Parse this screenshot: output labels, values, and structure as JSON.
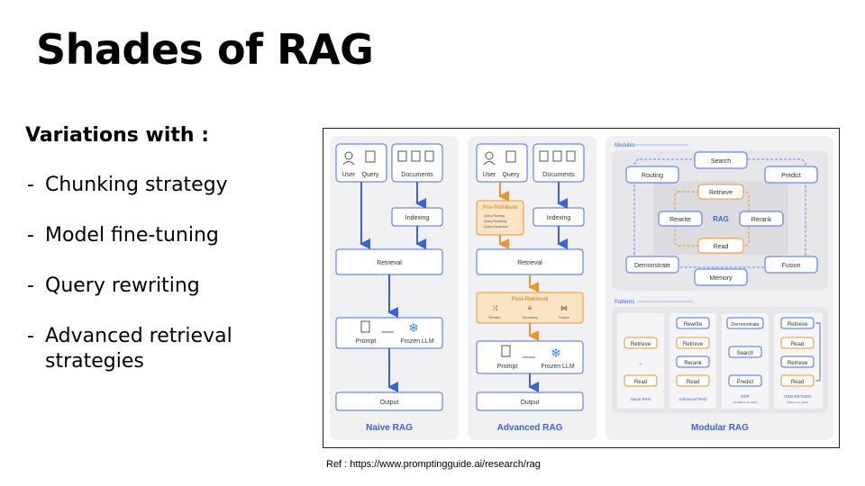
{
  "slide": {
    "title": "Shades of RAG",
    "subtitle": "Variations with :",
    "bullets": [
      "Chunking strategy",
      "Model fine-tuning",
      "Query rewriting",
      "Advanced retrieval strategies"
    ],
    "reference": "Ref : https://www.promptingguide.ai/research/rag"
  },
  "figure": {
    "naive": {
      "title": "Naive RAG",
      "user": "User",
      "query": "Query",
      "documents": "Documents",
      "indexing": "Indexing",
      "retrieval": "Retrieval",
      "prompt": "Prompt",
      "frozen_llm": "Frozen LLM",
      "output": "Output"
    },
    "advanced": {
      "title": "Advanced RAG",
      "user": "User",
      "query": "Query",
      "documents": "Documents",
      "pre_retrieval": "Pre-Retrieval",
      "pre_items": [
        "Query Routing",
        "Query Rewriting",
        "Query Expansion"
      ],
      "indexing": "Indexing",
      "retrieval": "Retrieval",
      "post_retrieval": "Post-Retrieval",
      "rerank": "Rerank",
      "summary": "Summary",
      "fusion": "Fusion",
      "prompt": "Prompt",
      "frozen_llm": "Frozen LLM",
      "output": "Output"
    },
    "modular": {
      "title": "Modular RAG",
      "modules_label": "Modules",
      "search": "Search",
      "routing": "Routing",
      "predict": "Predict",
      "retrieve": "Retrieve",
      "rewrite": "Rewrite",
      "rag": "RAG",
      "rerank": "Rerank",
      "read": "Read",
      "demonstrate": "Demonstrate",
      "fusion": "Fusion",
      "memory": "Memory",
      "patterns_label": "Patterns",
      "p1": {
        "items": [
          "Retrieve",
          "Read"
        ],
        "caption": "Naive RAG"
      },
      "p2": {
        "items": [
          "Rewrite",
          "Retrieve",
          "Read"
        ],
        "caption": "Advanced RAG",
        "extra": "Rerank"
      },
      "p3": {
        "items": [
          "Demonstrate",
          "Search",
          "Predict"
        ],
        "caption": "DSP",
        "sub": "[Khattab et al. 2022]"
      },
      "p4": {
        "items": [
          "Retrieve",
          "Read",
          "Retrieve",
          "Read"
        ],
        "caption": "ITER-RETGEN",
        "sub": "[Shao et al. 2023]"
      }
    }
  },
  "colors": {
    "blue": "#3b63d9",
    "orange": "#e8952f",
    "panel": "#f1f1f3"
  }
}
